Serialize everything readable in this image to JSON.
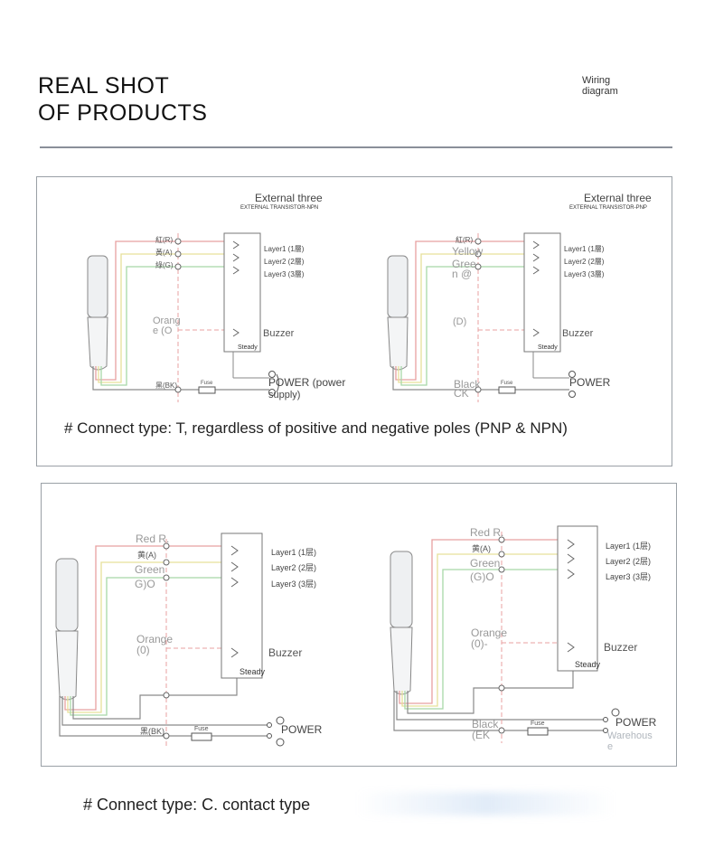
{
  "header": {
    "title_line1": "REAL SHOT",
    "title_line2": "OF PRODUCTS",
    "wiring_line1": "Wiring",
    "wiring_line2": "diagram"
  },
  "panel_t": {
    "caption": "# Connect type: T, regardless of positive and negative poles (PNP & NPN)",
    "left": {
      "header_line1": "External three",
      "header_line2": "EXTERNAL TRANSISTOR-NPN",
      "wire_red": "紅(R)",
      "wire_yellow": "黃(A)",
      "wire_green": "綠(G)",
      "orange_line1": "Orang",
      "orange_line2": "e (O",
      "black": "黑(BK)",
      "fuse": "Fuse",
      "layer1": "Layer1 (1層)",
      "layer2": "Layer2 (2層)",
      "layer3": "Layer3 (3層)",
      "buzzer": "Buzzer",
      "steady": "Steady",
      "power_line1": "POWER (power",
      "power_line2": "supply)"
    },
    "right": {
      "header_line1": "External three",
      "header_line2": "EXTERNAL TRANSISTOR-PNP",
      "wire_red": "紅(R)",
      "yellow": "Yellow",
      "green_line1": "Gree",
      "green_line2": "n @",
      "orange": "(D)",
      "black_line1": "Black",
      "black_line2": "CK",
      "fuse": "Fuse",
      "layer1": "Layer1 (1層)",
      "layer2": "Layer2 (2層)",
      "layer3": "Layer3 (3層)",
      "buzzer": "Buzzer",
      "steady": "Steady",
      "power": "POWER"
    }
  },
  "panel_c": {
    "caption": "# Connect type: C. contact type",
    "left": {
      "red": "Red R.",
      "yellow": "黄(A)",
      "green_line1": "Green",
      "green_line2": "G)O",
      "orange_line1": "Orange",
      "orange_line2": "(0)",
      "black": "黑(BK)",
      "fuse": "Fuse",
      "layer1": "Layer1 (1层)",
      "layer2": "Layer2 (2层)",
      "layer3": "Layer3 (3层)",
      "buzzer": "Buzzer",
      "steady": "Steady",
      "power": "POWER"
    },
    "right": {
      "red": "Red R.",
      "yellow": "黄(A)",
      "green_line1": "Green",
      "green_line2": "(G)O",
      "orange_line1": "Orange",
      "orange_line2": "(0)-",
      "black_line1": "Black",
      "black_line2": "(EK",
      "fuse": "Fuse",
      "layer1": "Layer1 (1层)",
      "layer2": "Layer2 (2层)",
      "layer3": "Layer3 (3层)",
      "buzzer": "Buzzer",
      "steady": "Steady",
      "power": "POWER",
      "warehouse_line1": "Warehous",
      "warehouse_line2": "e"
    }
  },
  "colors": {
    "red_wire": "#e8a0a0",
    "yellow_wire": "#e6e09a",
    "green_wire": "#a8d8a8",
    "gray_wire": "#8a8a8a",
    "border": "#9aa0a6"
  }
}
